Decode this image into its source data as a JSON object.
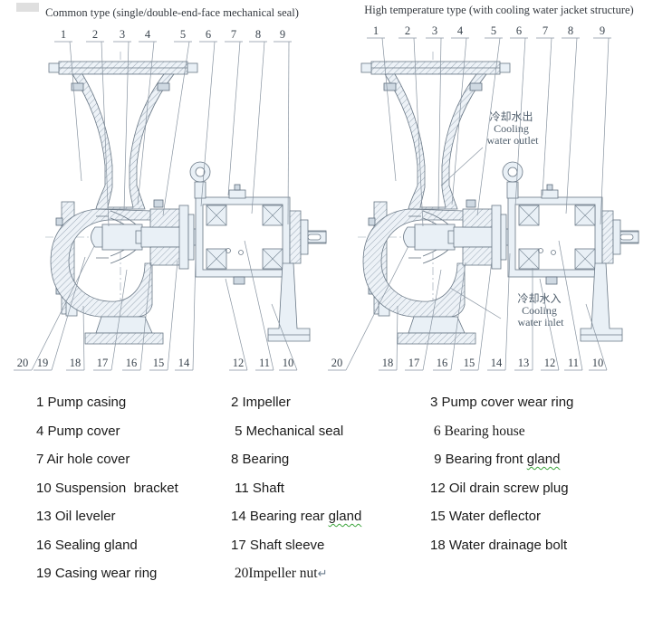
{
  "diagrams": {
    "left": {
      "title": "Common type (single/double-end-face mechanical seal)",
      "top_callouts": [
        "1",
        "2",
        "3",
        "4",
        "5",
        "6",
        "7",
        "8",
        "9"
      ],
      "bottom_callouts": [
        "20",
        "19",
        "18",
        "17",
        "16",
        "15",
        "14",
        "12",
        "11",
        "10"
      ]
    },
    "right": {
      "title": "High temperature type (with cooling water jacket structure)",
      "top_callouts": [
        "1",
        "2",
        "3",
        "4",
        "5",
        "6",
        "7",
        "8",
        "9"
      ],
      "bottom_callouts": [
        "20",
        "18",
        "17",
        "16",
        "15",
        "14",
        "13",
        "12",
        "11",
        "10"
      ],
      "cooling_outlet": [
        "冷却水出",
        "Cooling",
        "water outlet"
      ],
      "cooling_inlet": [
        "冷却水入",
        "Cooling",
        "water inlet"
      ]
    }
  },
  "legend": {
    "rows": [
      {
        "cells": [
          {
            "text": "1 Pump casing"
          },
          {
            "text": "2 Impeller"
          },
          {
            "text": "3 Pump cover wear ring"
          }
        ]
      },
      {
        "cells": [
          {
            "text": "4 Pump cover"
          },
          {
            "text": " 5 Mechanical seal"
          },
          {
            "text": " 6 Bearing house",
            "serif": true
          }
        ]
      },
      {
        "cells": [
          {
            "text": "7 Air hole cover"
          },
          {
            "text": "8 Bearing"
          },
          {
            "pre": " 9 Bearing front ",
            "wavy": "gland"
          }
        ]
      },
      {
        "cells": [
          {
            "text": "10 Suspension  bracket"
          },
          {
            "text": " 11 Shaft"
          },
          {
            "text": "12 Oil drain screw plug"
          }
        ]
      },
      {
        "cells": [
          {
            "text": "13 Oil leveler"
          },
          {
            "pre": "14 Bearing rear ",
            "wavy": "gland"
          },
          {
            "text": "15 Water deflector"
          }
        ]
      },
      {
        "cells": [
          {
            "text": "16 Sealing gland"
          },
          {
            "text": "17 Shaft sleeve"
          },
          {
            "text": "18 Water drainage bolt"
          }
        ]
      },
      {
        "cells": [
          {
            "text": "19 Casing wear ring"
          },
          {
            "text": " 20Impeller nut",
            "serif": true,
            "mark": "↵"
          },
          {
            "text": ""
          }
        ]
      }
    ]
  }
}
